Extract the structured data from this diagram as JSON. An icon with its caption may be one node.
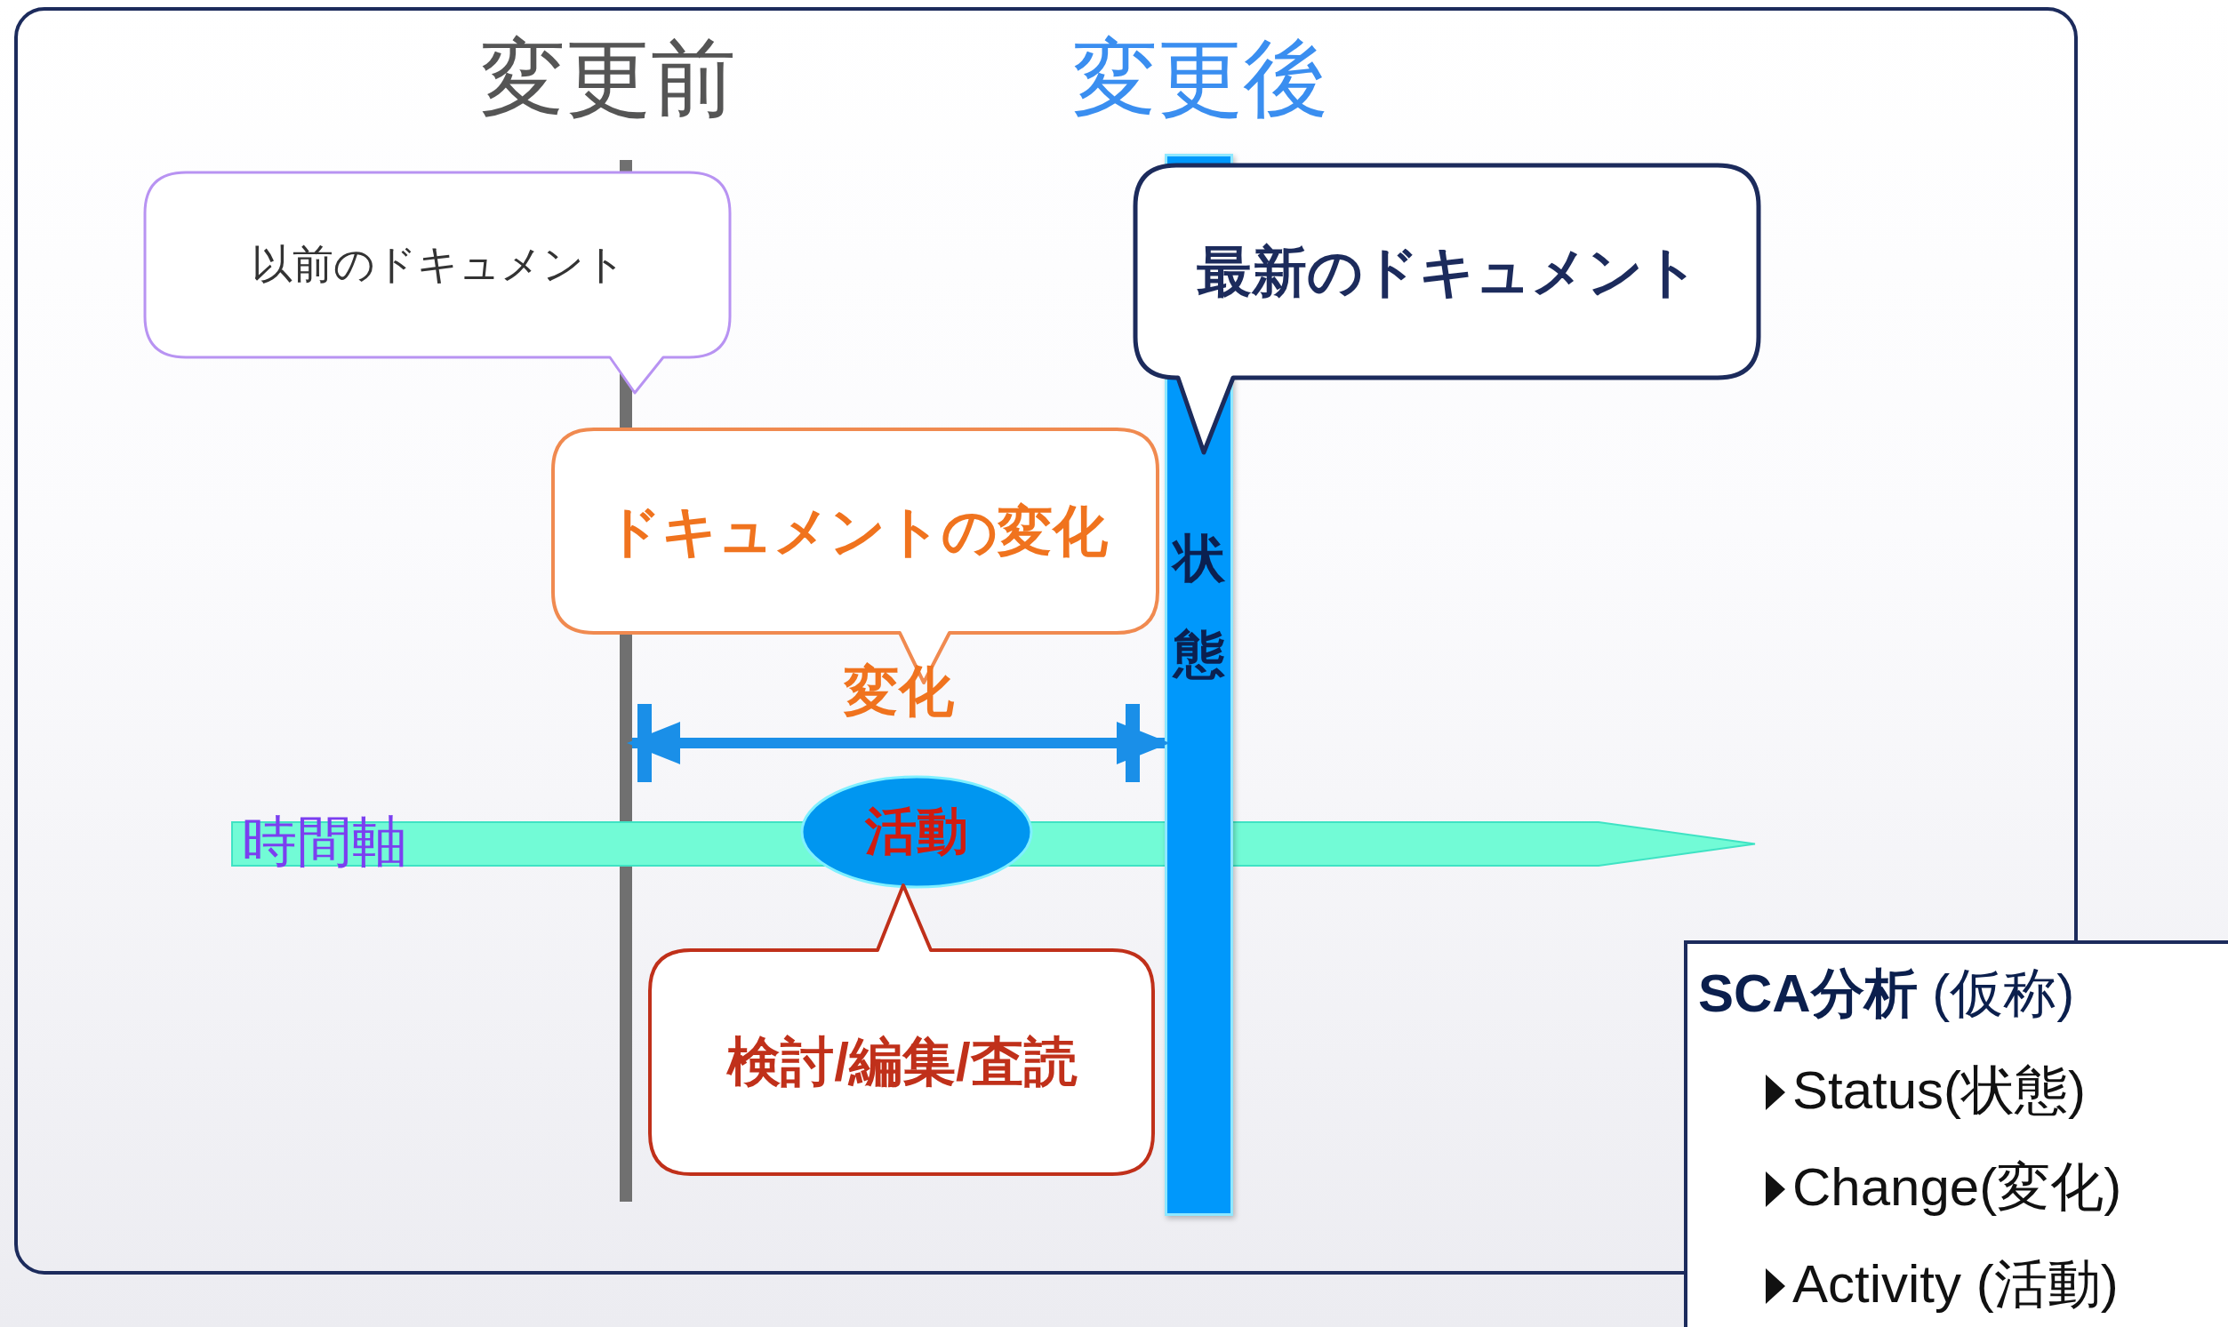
{
  "diagram": {
    "nodes": [
      {
        "text": [
          "変更前"
        ]
      },
      {
        "text": [
          "変更後",
          "状態"
        ]
      },
      {
        "text": [
          "以前のドキュメント"
        ]
      },
      {
        "text": [
          "最新のドキュメント"
        ]
      },
      {
        "text": [
          "ドキュメントの変化"
        ]
      },
      {
        "text": [
          "時間軸"
        ]
      },
      {
        "text": [
          "活動"
        ]
      },
      {
        "text": [
          "検討/編集/査読"
        ]
      },
      {
        "text": [
          "**SCA分析** (仮称)",
          "Status(状態)",
          "Change(変化)",
          "Activity (活動)"
        ]
      }
    ],
    "edges": [
      {
        "from": 0,
        "to": 1,
        "arrow": "both",
        "label": "変化"
      }
    ]
  }
}
